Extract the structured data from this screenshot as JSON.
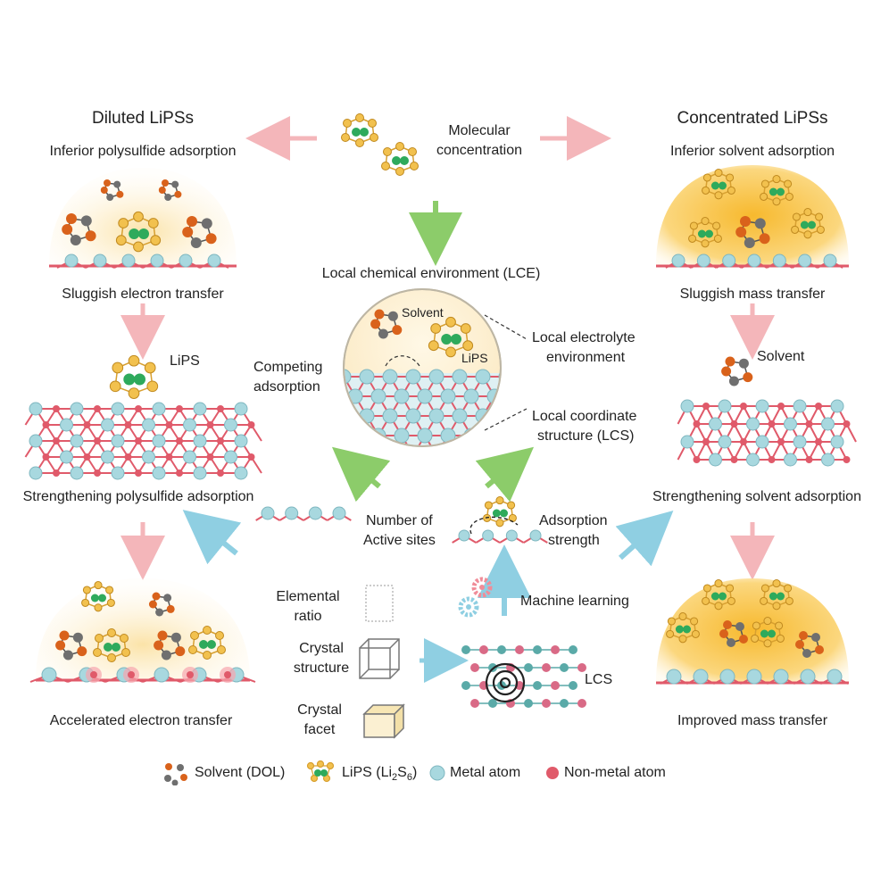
{
  "top": {
    "left_title": "Diluted LiPSs",
    "left_subtitle": "Inferior polysulfide adsorption",
    "center_label": "Molecular\nconcentration",
    "center_line1": "Molecular",
    "center_line2": "concentration",
    "right_title": "Concentrated LiPSs",
    "right_subtitle": "Inferior solvent adsorption"
  },
  "left_panel": {
    "top_caption": "Sluggish electron transfer",
    "lips_label": "LiPS",
    "mid_caption": "Strengthening polysulfide adsorption",
    "bottom_caption": "Accelerated electron transfer"
  },
  "right_panel": {
    "top_caption": "Sluggish mass transfer",
    "solvent_label": "Solvent",
    "mid_caption": "Strengthening solvent adsorption",
    "bottom_caption": "Improved mass transfer"
  },
  "center": {
    "lce_title": "Local chemical environment (LCE)",
    "circle_solvent": "Solvent",
    "circle_lips": "LiPS",
    "competing_1": "Competing",
    "competing_2": "adsorption",
    "electrolyte_1": "Local electrolyte",
    "electrolyte_2": "environment",
    "coordinate_1": "Local coordinate",
    "coordinate_2": "structure (LCS)"
  },
  "descriptors": {
    "active_1": "Number of",
    "active_2": "Active sites",
    "strength_1": "Adsorption",
    "strength_2": "strength",
    "machine_learning": "Machine learning",
    "elemental_1": "Elemental",
    "elemental_2": "ratio",
    "crystal_structure_1": "Crystal",
    "crystal_structure_2": "structure",
    "crystal_facet_1": "Crystal",
    "crystal_facet_2": "facet",
    "lcs": "LCS"
  },
  "legend": {
    "solvent": "Solvent (DOL)",
    "lips_prefix": "LiPS (Li",
    "lips_sub1": "2",
    "lips_mid": "S",
    "lips_sub2": "6",
    "lips_suffix": ")",
    "metal": "Metal atom",
    "nonmetal": "Non-metal atom"
  },
  "colors": {
    "metal_atom": "#a8d8df",
    "nonmetal_atom": "#e05a6a",
    "lips_sulfur": "#f2c14e",
    "lithium": "#2eaa5c",
    "solvent_orange": "#d9621b",
    "solvent_gray": "#6f6f6f",
    "pink_arrow": "#f4b6ba",
    "green_arrow": "#8ccc6a",
    "blue_arrow": "#8fcfe2",
    "glow": "#f8c64a"
  }
}
